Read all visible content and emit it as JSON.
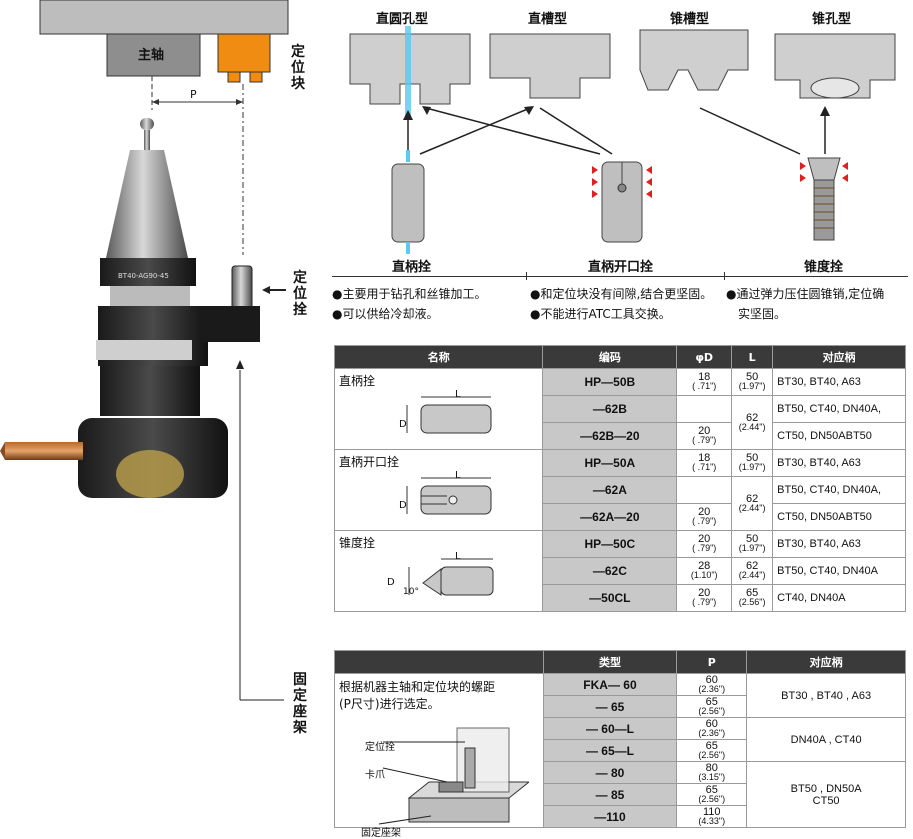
{
  "left": {
    "spindle": "主轴",
    "locating_block": "定位块",
    "p": "P",
    "locating_pin": "定位拴",
    "fixed_bracket": "固定座架",
    "tool_text": "BT40-AG90-45"
  },
  "top_shapes": [
    "直圆孔型",
    "直槽型",
    "锥槽型",
    "锥孔型"
  ],
  "pins": [
    {
      "name": "直柄拴",
      "bullets": [
        "●主要用于钻孔和丝锥加工。",
        "●可以供给冷却液。"
      ]
    },
    {
      "name": "直柄开口拴",
      "bullets": [
        "●和定位块没有间隙,结合更坚固。",
        "●不能进行ATC工具交换。"
      ]
    },
    {
      "name": "锥度拴",
      "bullets": [
        "●通过弹力压住圆锥销,定位确",
        "实坚固。"
      ]
    }
  ],
  "table1": {
    "headers": [
      "名称",
      "编码",
      "φD",
      "L",
      "对应柄"
    ],
    "groups": [
      {
        "name": "直柄拴",
        "rows": [
          {
            "code": "HP—50B",
            "d": "18",
            "d_in": "( .71\")",
            "l": "50",
            "l_in": "(1.97\")",
            "holder": "BT30, BT40, A63"
          },
          {
            "code": "—62B",
            "d": "",
            "d_in": "",
            "l": "62",
            "l_in": "(2.44\")",
            "holder": "BT50, CT40, DN40A,"
          },
          {
            "code": "—62B—20",
            "d": "20",
            "d_in": "( .79\")",
            "l": "",
            "l_in": "",
            "holder": "CT50, DN50ABT50"
          }
        ]
      },
      {
        "name": "直柄开口拴",
        "rows": [
          {
            "code": "HP—50A",
            "d": "18",
            "d_in": "( .71\")",
            "l": "50",
            "l_in": "(1.97\")",
            "holder": "BT30, BT40, A63"
          },
          {
            "code": "—62A",
            "d": "",
            "d_in": "",
            "l": "62",
            "l_in": "(2.44\")",
            "holder": "BT50, CT40, DN40A,"
          },
          {
            "code": "—62A—20",
            "d": "20",
            "d_in": "( .79\")",
            "l": "",
            "l_in": "",
            "holder": "CT50, DN50ABT50"
          }
        ]
      },
      {
        "name": "锥度拴",
        "rows": [
          {
            "code": "HP—50C",
            "d": "20",
            "d_in": "( .79\")",
            "l": "50",
            "l_in": "(1.97\")",
            "holder": "BT30, BT40, A63"
          },
          {
            "code": "—62C",
            "d": "28",
            "d_in": "(1.10\")",
            "l": "62",
            "l_in": "(2.44\")",
            "holder": "BT50, CT40, DN40A"
          },
          {
            "code": "—50CL",
            "d": "20",
            "d_in": "( .79\")",
            "l": "65",
            "l_in": "(2.56\")",
            "holder": "CT40, DN40A"
          }
        ]
      }
    ],
    "dim_L": "L",
    "dim_D": "D",
    "dim_angle": "10°"
  },
  "table2": {
    "headers": [
      "类型",
      "P",
      "对应柄"
    ],
    "desc_line1": "根据机器主轴和定位块的螺距",
    "desc_line2": "(P尺寸)进行选定。",
    "fig_labels": [
      "定位拴",
      "卡爪",
      "固定座架"
    ],
    "rows": [
      {
        "code": "FKA— 60",
        "p": "60",
        "p_in": "(2.36\")"
      },
      {
        "code": "— 65",
        "p": "65",
        "p_in": "(2.56\")"
      },
      {
        "code": "— 60—L",
        "p": "60",
        "p_in": "(2.36\")"
      },
      {
        "code": "— 65—L",
        "p": "65",
        "p_in": "(2.56\")"
      },
      {
        "code": "— 80",
        "p": "80",
        "p_in": "(3.15\")"
      },
      {
        "code": "— 85",
        "p": "65",
        "p_in": "(2.56\")"
      },
      {
        "code": "—110",
        "p": "110",
        "p_in": "(4.33\")"
      }
    ],
    "holders": [
      "BT30 , BT40 , A63",
      "DN40A , CT40",
      "BT50 , DN50A",
      "CT50"
    ]
  }
}
